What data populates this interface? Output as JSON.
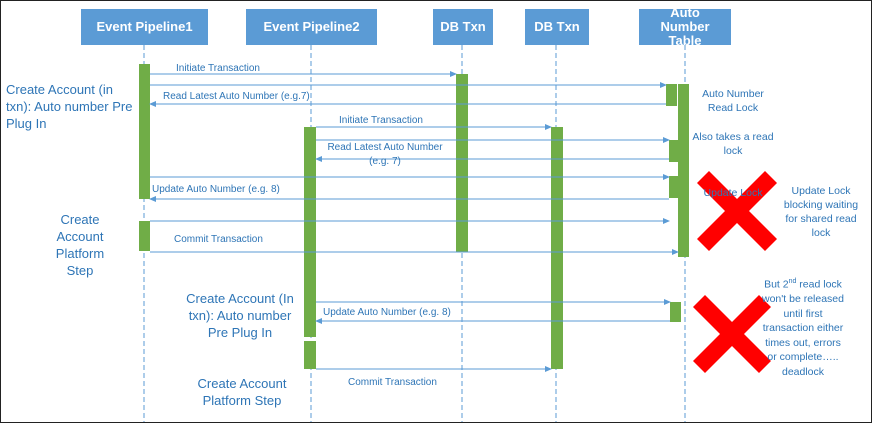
{
  "colors": {
    "header": "#5b9bd5",
    "lifeline": "#5b9bd5",
    "activation": "#70ad47",
    "arrow": "#5b9bd5",
    "text": "#2e75b6",
    "cross": "#ff0000"
  },
  "participants": [
    "Event Pipeline1",
    "Event Pipeline2",
    "DB Txn",
    "DB Txn",
    "Auto Number Table"
  ],
  "labels": {
    "create_account_1": "Create Account (in txn): Auto number Pre Plug In",
    "platform_step_1": "Create Account Platform Step",
    "create_account_2": "Create Account (In txn): Auto number Pre Plug In",
    "platform_step_2": "Create Account Platform Step"
  },
  "messages": [
    "Initiate Transaction",
    "Read Latest Auto Number (e.g.7)",
    "Initiate Transaction",
    "Read Latest Auto Number (e.g. 7)",
    "Update Auto Number (e.g. 8)",
    "Commit Transaction",
    "Update Auto Number (e.g. 8)",
    "Commit Transaction"
  ],
  "notes": {
    "read_lock": "Auto Number Read Lock",
    "also_read_lock": "Also takes a read lock",
    "update_lock_hidden": "Update Lock",
    "update_lock": "Update Lock blocking waiting for shared read lock",
    "deadlock_pre": "But 2",
    "deadlock_sup": "nd",
    "deadlock_post": " read lock won't be released until first transaction either times out, errors or complete….. deadlock"
  }
}
